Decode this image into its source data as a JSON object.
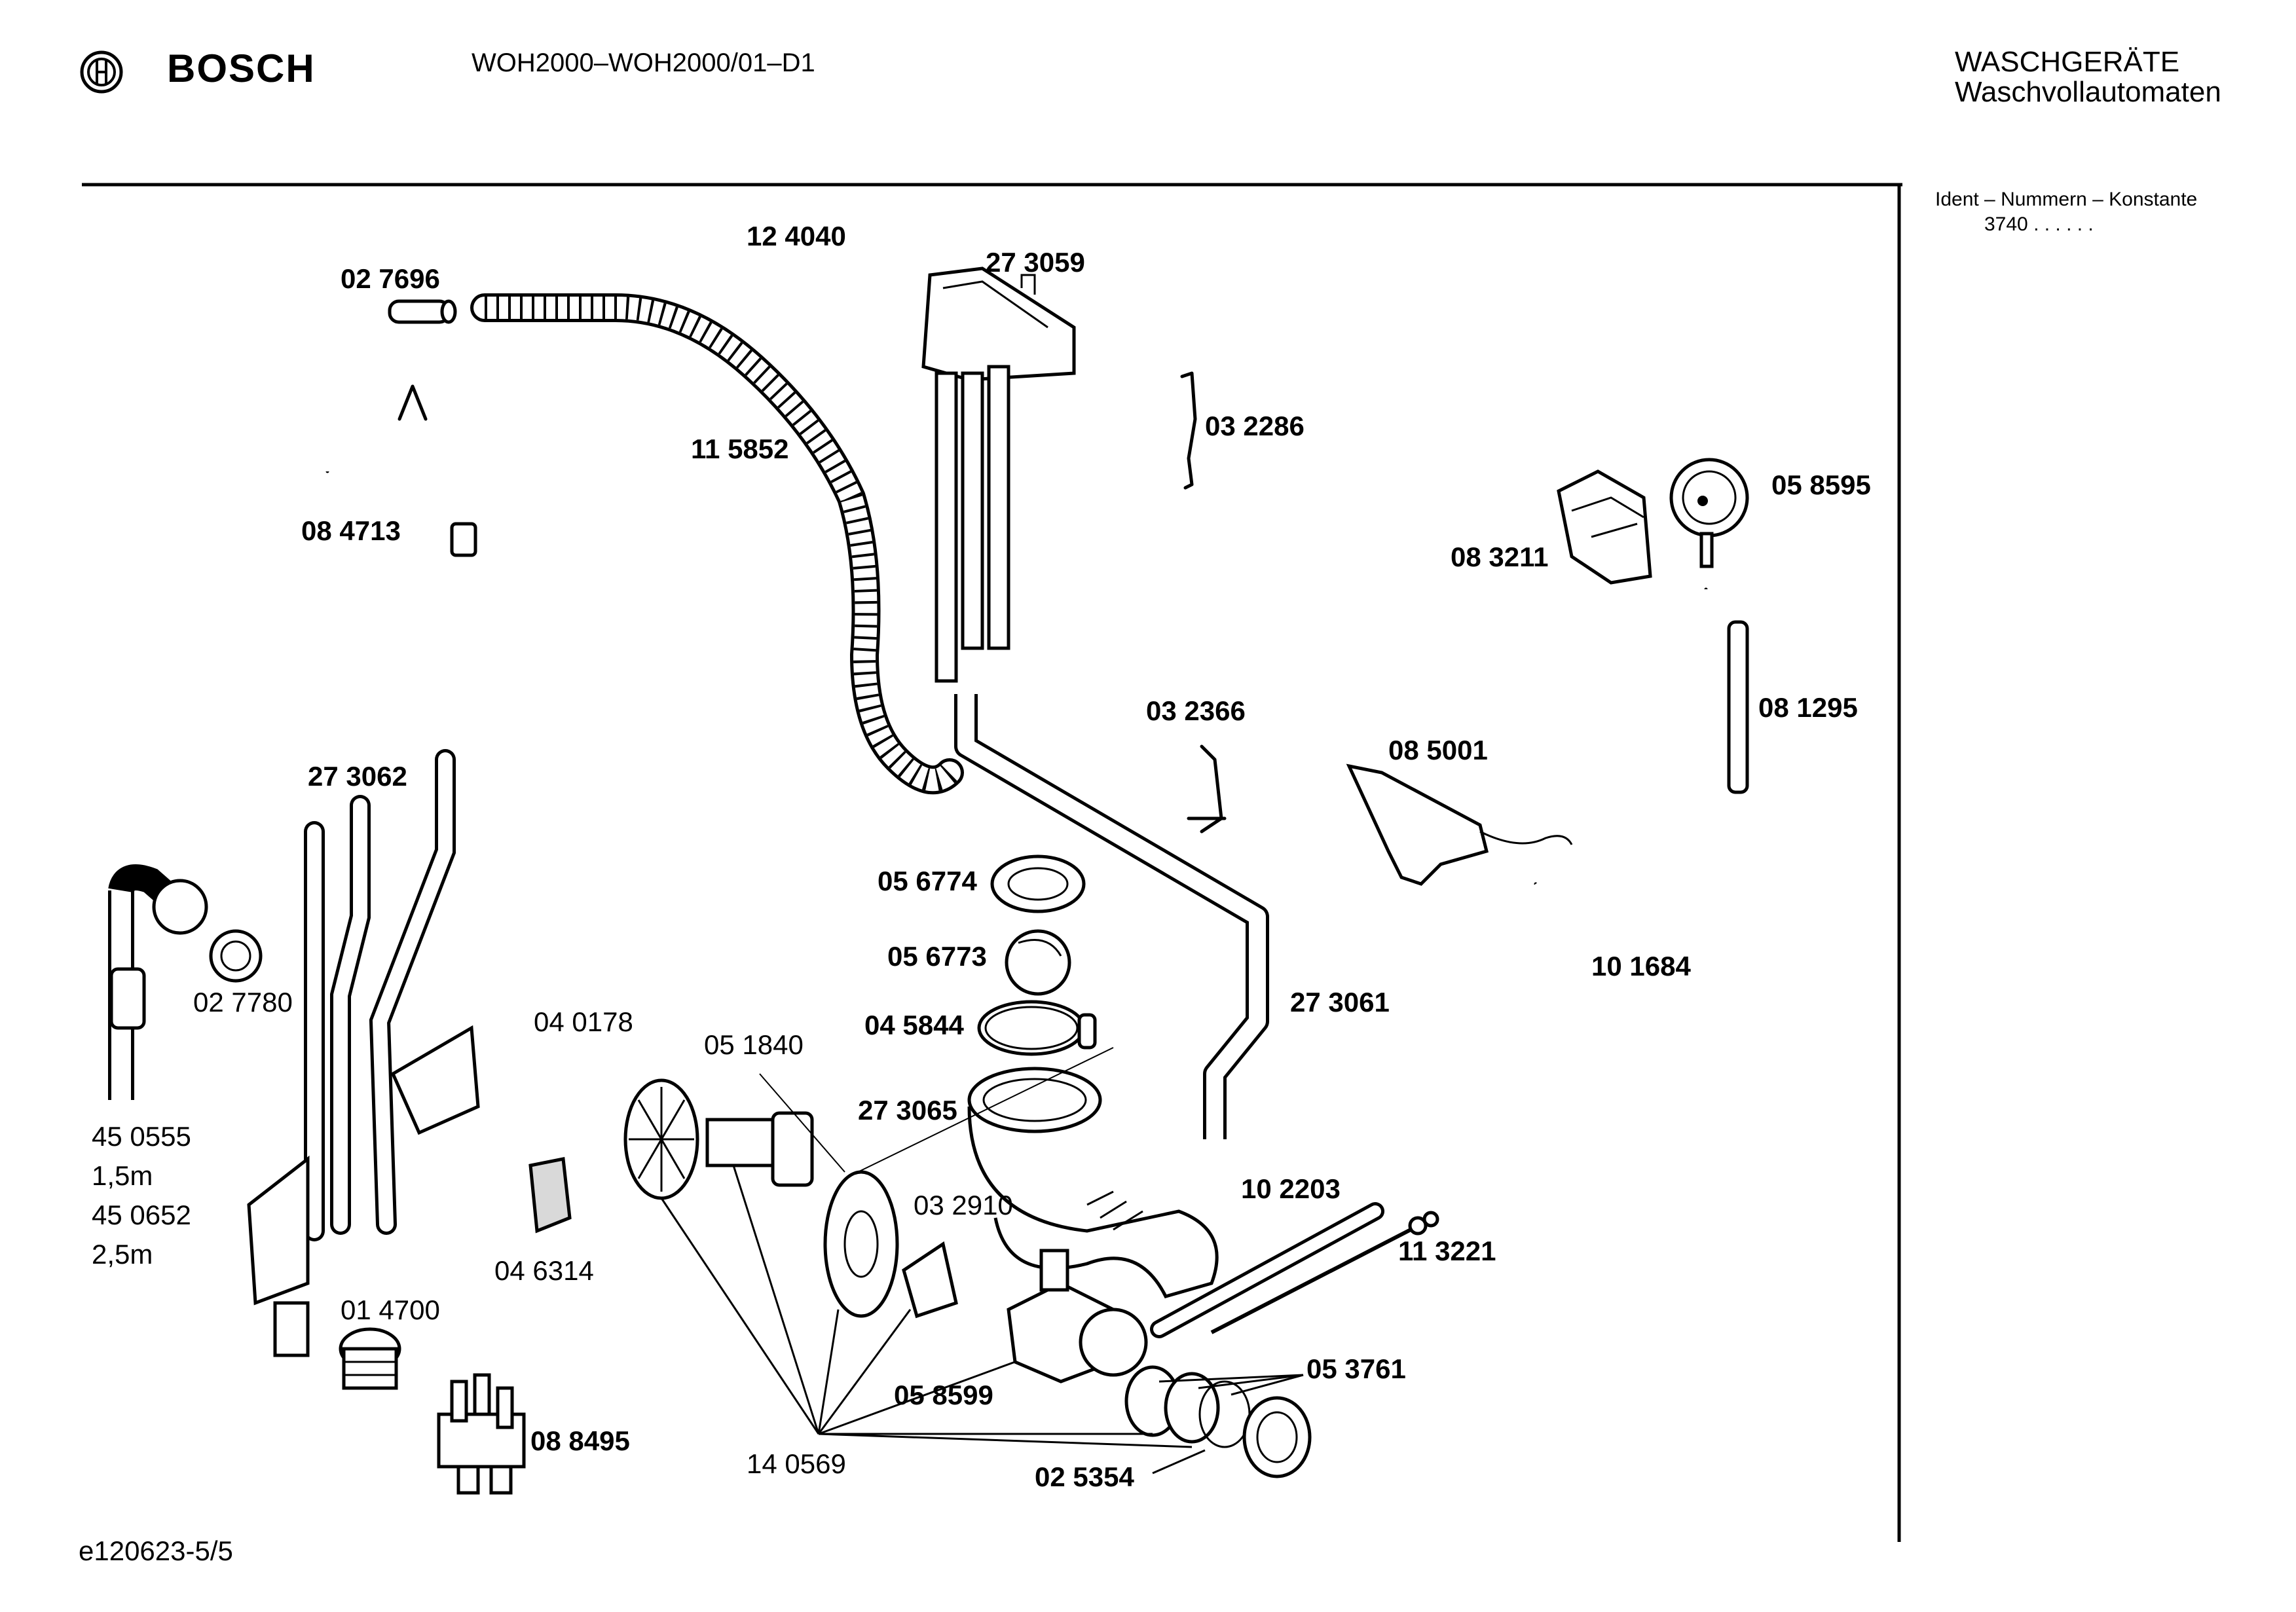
{
  "header": {
    "brand": "BOSCH",
    "model": "WOH2000–WOH2000/01–D1",
    "category": "WASCHGERÄTE",
    "subcategory": "Waschvollautomaten"
  },
  "sidebar": {
    "ident_title": "Ident – Nummern – Konstante",
    "ident_value": "3740  .  .    .  .  .  ."
  },
  "footer": {
    "code": "e120623-5/5"
  },
  "parts": {
    "p124040": "12 4040",
    "p273059": "27 3059",
    "p027696": "02 7696",
    "p115852": "11 5852",
    "p032286": "03 2286",
    "p084713": "08 4713",
    "p058595": "05 8595",
    "p083211": "08 3211",
    "p081295": "08 1295",
    "p032366": "03 2366",
    "p273062": "27 3062",
    "p085001": "08 5001",
    "p056774": "05 6774",
    "p056773": "05 6773",
    "p101684": "10 1684",
    "p027780": "02 7780",
    "p045844": "04 5844",
    "p273061": "27 3061",
    "p040178": "04 0178",
    "p051840": "05 1840",
    "p450555": "45 0555",
    "p273065": "27 3065",
    "len1": "1,5m",
    "p450652": "45 0652",
    "len2": "2,5m",
    "p102203": "10 2203",
    "p032910": "03 2910",
    "p113221": "11 3221",
    "p046314": "04 6314",
    "p014700": "01 4700",
    "p053761": "05 3761",
    "p058599": "05 8599",
    "p088495": "08 8495",
    "p140569": "14 0569",
    "p025354": "02 5354"
  }
}
